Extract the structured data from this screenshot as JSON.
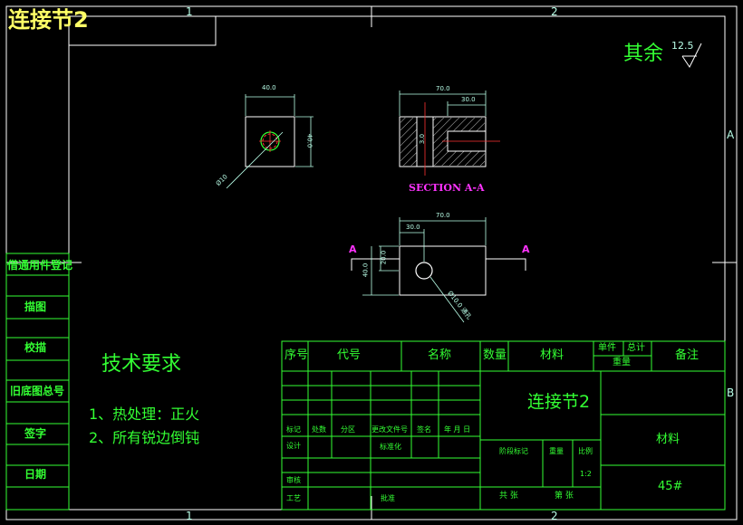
{
  "title": "连接节2",
  "zones": {
    "col1": "1",
    "col2": "2",
    "rowA": "A",
    "rowB": "B"
  },
  "roughness": {
    "label": "其余",
    "value": "12.5"
  },
  "views": {
    "top": {
      "width": "40.0",
      "height": "40.0",
      "hole": "Ø10"
    },
    "section": {
      "overall": "70.0",
      "slot_len": "30.0",
      "slot_w": "3.0",
      "caption": "SECTION A-A"
    },
    "front": {
      "overall": "70.0",
      "offset": "30.0",
      "inner": "20.0",
      "height": "40.0",
      "hole": "Ø10.0 通孔",
      "cut_left": "A",
      "cut_right": "A"
    }
  },
  "left_column": [
    "借通用件登记",
    "描图",
    "校描",
    "旧底图总号",
    "签字",
    "日期"
  ],
  "tech": {
    "heading": "技术要求",
    "items": [
      "1、热处理：正火",
      "2、所有锐边倒钝"
    ]
  },
  "parts_header": [
    "序号",
    "代号",
    "名称",
    "数量",
    "材料",
    "单件",
    "总计",
    "重量",
    "备注"
  ],
  "title_block": {
    "part_name": "连接节2",
    "material_label": "材料",
    "material": "45#",
    "rev_headers": [
      "标记",
      "处数",
      "分区",
      "更改文件号",
      "签名",
      "年 月 日"
    ],
    "design": "设计",
    "standard": "标准化",
    "review": "审核",
    "process": "工艺",
    "approve": "批准",
    "stage_mark": "阶段标记",
    "weight": "重量",
    "scale": "比例",
    "scale_value": "1:2",
    "total": "共    张",
    "sheet": "第    张"
  }
}
